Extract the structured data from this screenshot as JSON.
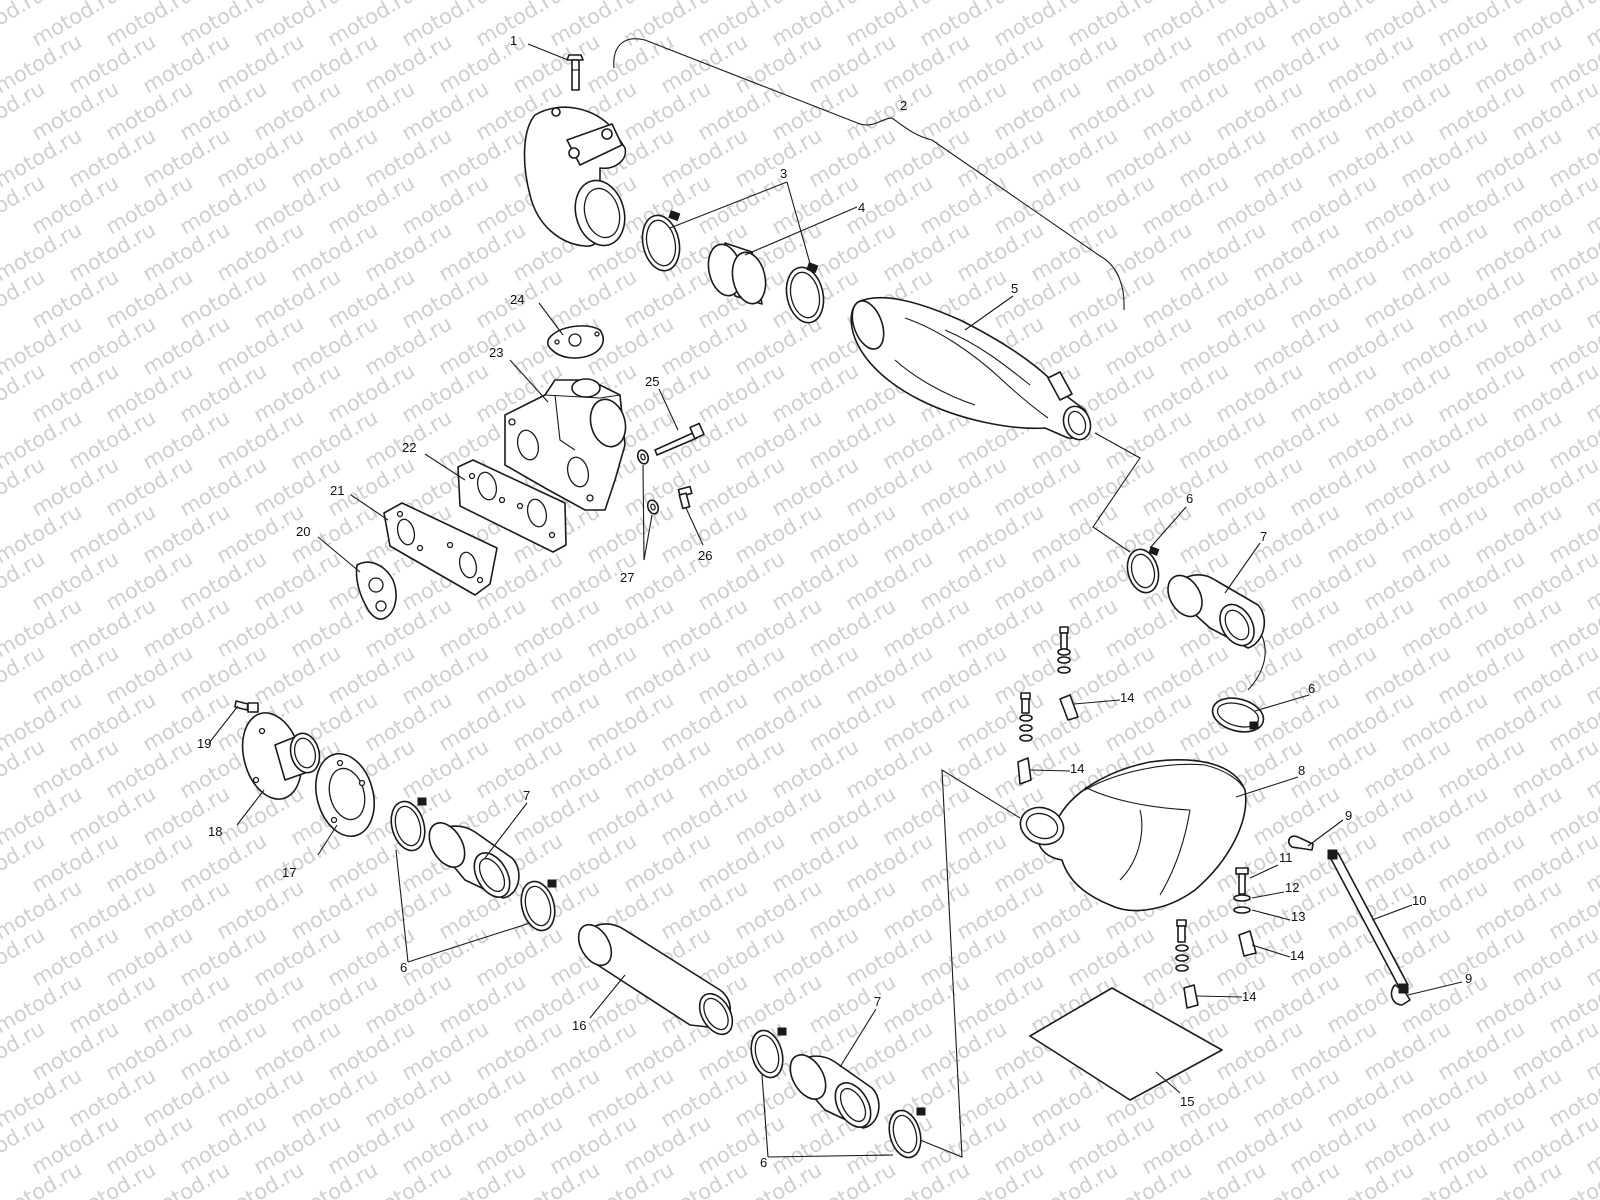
{
  "watermark": "motod.ru",
  "callouts": [
    {
      "id": "c1",
      "label": "1"
    },
    {
      "id": "c2",
      "label": "2"
    },
    {
      "id": "c3",
      "label": "3"
    },
    {
      "id": "c4",
      "label": "4"
    },
    {
      "id": "c5",
      "label": "5"
    },
    {
      "id": "c6a",
      "label": "6"
    },
    {
      "id": "c6b",
      "label": "6"
    },
    {
      "id": "c6c",
      "label": "6"
    },
    {
      "id": "c6d",
      "label": "6"
    },
    {
      "id": "c7a",
      "label": "7"
    },
    {
      "id": "c7b",
      "label": "7"
    },
    {
      "id": "c7c",
      "label": "7"
    },
    {
      "id": "c8",
      "label": "8"
    },
    {
      "id": "c9a",
      "label": "9"
    },
    {
      "id": "c9b",
      "label": "9"
    },
    {
      "id": "c10",
      "label": "10"
    },
    {
      "id": "c11",
      "label": "11"
    },
    {
      "id": "c12",
      "label": "12"
    },
    {
      "id": "c13",
      "label": "13"
    },
    {
      "id": "c14a",
      "label": "14"
    },
    {
      "id": "c14b",
      "label": "14"
    },
    {
      "id": "c14c",
      "label": "14"
    },
    {
      "id": "c14d",
      "label": "14"
    },
    {
      "id": "c15",
      "label": "15"
    },
    {
      "id": "c16",
      "label": "16"
    },
    {
      "id": "c17",
      "label": "17"
    },
    {
      "id": "c18",
      "label": "18"
    },
    {
      "id": "c19",
      "label": "19"
    },
    {
      "id": "c20",
      "label": "20"
    },
    {
      "id": "c21",
      "label": "21"
    },
    {
      "id": "c22",
      "label": "22"
    },
    {
      "id": "c23",
      "label": "23"
    },
    {
      "id": "c24",
      "label": "24"
    },
    {
      "id": "c25",
      "label": "25"
    },
    {
      "id": "c26",
      "label": "26"
    },
    {
      "id": "c27",
      "label": "27"
    }
  ]
}
